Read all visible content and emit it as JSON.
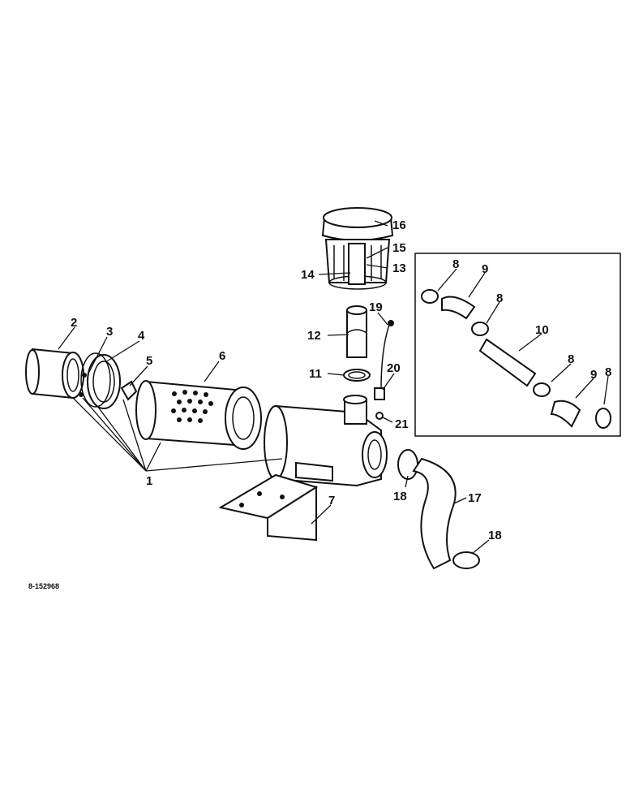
{
  "diagram": {
    "drawing_number": "8-152968",
    "callouts": {
      "c1": "1",
      "c2": "2",
      "c3": "3",
      "c4": "4",
      "c5": "5",
      "c6": "6",
      "c7": "7",
      "c8a": "8",
      "c8b": "8",
      "c8c": "8",
      "c8d": "8",
      "c9a": "9",
      "c9b": "9",
      "c10": "10",
      "c11": "11",
      "c12": "12",
      "c13": "13",
      "c14": "14",
      "c15": "15",
      "c16": "16",
      "c17": "17",
      "c18a": "18",
      "c18b": "18",
      "c19": "19",
      "c20": "20",
      "c21": "21"
    }
  }
}
